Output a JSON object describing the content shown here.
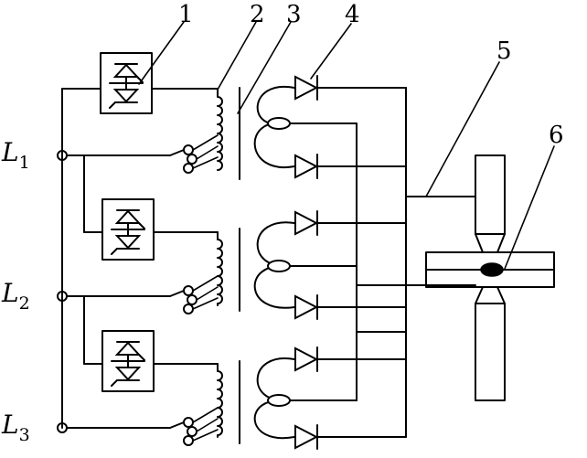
{
  "callouts": [
    "1",
    "2",
    "3",
    "4",
    "5",
    "6"
  ],
  "lines": [
    {
      "name": "L",
      "sub": "1"
    },
    {
      "name": "L",
      "sub": "2"
    },
    {
      "name": "L",
      "sub": "3"
    }
  ]
}
